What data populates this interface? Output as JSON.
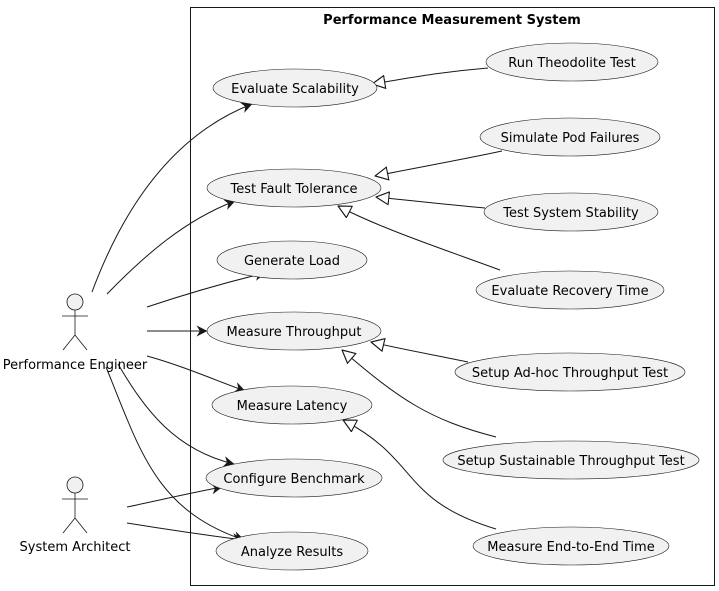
{
  "system": {
    "title": "Performance Measurement System"
  },
  "actors": {
    "performance_engineer": "Performance Engineer",
    "system_architect": "System Architect"
  },
  "use_cases": {
    "evaluate_scalability": "Evaluate Scalability",
    "run_theodolite_test": "Run Theodolite Test",
    "test_fault_tolerance": "Test Fault Tolerance",
    "simulate_pod_failures": "Simulate Pod Failures",
    "test_system_stability": "Test System Stability",
    "evaluate_recovery_time": "Evaluate Recovery Time",
    "generate_load": "Generate Load",
    "measure_throughput": "Measure Throughput",
    "setup_adhoc_throughput_test": "Setup Ad-hoc Throughput Test",
    "setup_sustainable_throughput_test": "Setup Sustainable Throughput Test",
    "measure_latency": "Measure Latency",
    "measure_end_to_end_time": "Measure End-to-End Time",
    "configure_benchmark": "Configure Benchmark",
    "analyze_results": "Analyze Results"
  },
  "colors": {
    "use_case_fill": "#f1f1f1",
    "line": "#181818",
    "background": "#ffffff"
  }
}
